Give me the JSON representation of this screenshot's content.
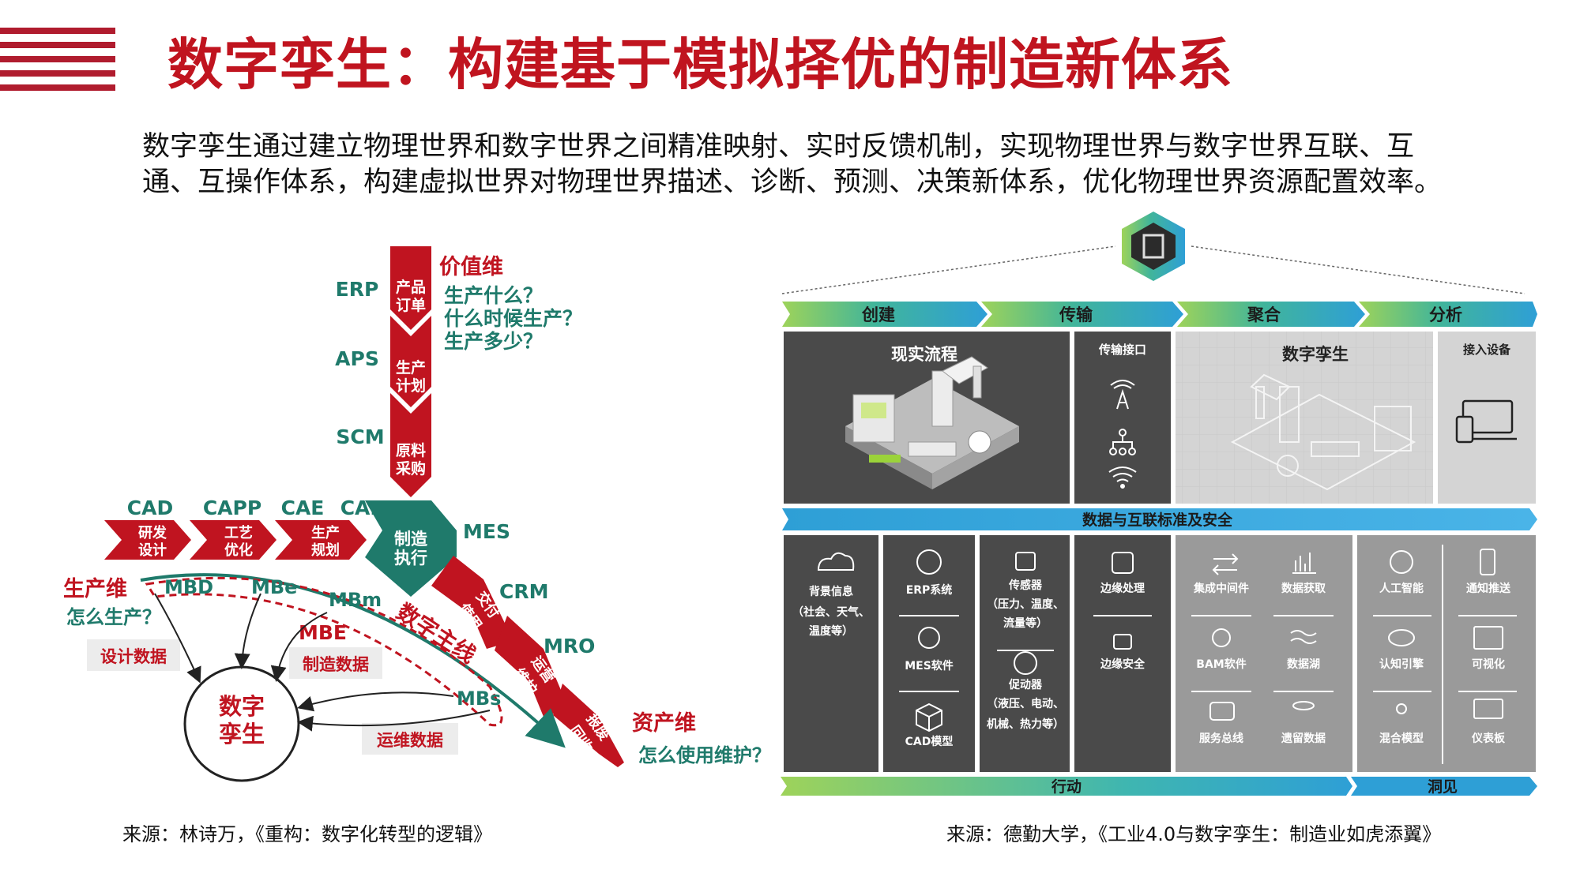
{
  "header": {
    "title": "数字孪生：构建基于模拟择优的制造新体系",
    "intro_line1": "数字孪生通过建立物理世界和数字世界之间精准映射、实时反馈机制，实现物理世界与数字世界互联、互",
    "intro_line2": "通、互操作体系，构建虚拟世界对物理世界描述、诊断、预测、决策新体系，优化物理世界资源配置效率。"
  },
  "left_diagram": {
    "value_dim": {
      "title": "价值维",
      "q1": "生产什么？",
      "q2": "什么时候生产？",
      "q3": "生产多少？"
    },
    "vertical_labels": [
      "ERP",
      "APS",
      "SCM"
    ],
    "vertical_arrows": [
      {
        "l1": "产品",
        "l2": "订单"
      },
      {
        "l1": "生产",
        "l2": "计划"
      },
      {
        "l1": "原料",
        "l2": "采购"
      }
    ],
    "horizontal_labels": [
      "CAD",
      "CAPP",
      "CAE",
      "CAM"
    ],
    "horizontal_arrows": [
      {
        "l1": "研发",
        "l2": "设计"
      },
      {
        "l1": "工艺",
        "l2": "优化"
      },
      {
        "l1": "生产",
        "l2": "规划"
      }
    ],
    "center": {
      "l1": "制造",
      "l2": "执行"
    },
    "diagonal_labels": [
      "MES",
      "CRM",
      "MRO"
    ],
    "diagonal_arrows": [
      {
        "l1": "交付",
        "l2": "使用"
      },
      {
        "l1": "运营",
        "l2": "维护"
      },
      {
        "l1": "报废",
        "l2": "回收"
      }
    ],
    "production_dim": {
      "title": "生产维",
      "question": "怎么生产？"
    },
    "asset_dim": {
      "title": "资产维",
      "question": "怎么使用维护？"
    },
    "mb_labels": [
      "MBD",
      "MBe",
      "MBm",
      "MBE",
      "MBs"
    ],
    "digital_thread": "数字主线",
    "twin": {
      "l1": "数字",
      "l2": "孪生"
    },
    "data_boxes": [
      "设计数据",
      "制造数据",
      "运维数据"
    ]
  },
  "right_diagram": {
    "stages": [
      "创建",
      "传输",
      "聚合",
      "分析"
    ],
    "panels": {
      "real_process": "现实流程",
      "transmit_interface": "传输接口",
      "digital_twin": "数字孪生",
      "access_device": "接入设备"
    },
    "band": "数据与互联标准及安全",
    "cols": [
      {
        "items": [
          {
            "icon": "cloud-icon",
            "l1": "背景信息",
            "l2": "（社会、天气、",
            "l3": "温度等）"
          }
        ]
      },
      {
        "items": [
          {
            "icon": "globe-icon",
            "l1": "ERP系统"
          },
          {
            "icon": "gear-icon",
            "l1": "MES软件"
          },
          {
            "icon": "cube-icon",
            "l1": "CAD模型"
          }
        ]
      },
      {
        "items": [
          {
            "icon": "chip-icon",
            "l1": "传感器",
            "l2": "（压力、温度、",
            "l3": "流量等）"
          },
          {
            "icon": "actuator-icon",
            "l1": "促动器",
            "l2": "（液压、电动、",
            "l3": "机械、热力等）"
          }
        ]
      },
      {
        "items": [
          {
            "icon": "edge-icon",
            "l1": "边缘处理"
          },
          {
            "icon": "lock-icon",
            "l1": "边缘安全"
          }
        ]
      },
      {
        "items": [
          {
            "icon": "sync-icon",
            "l1": "集成中间件"
          },
          {
            "icon": "search-icon",
            "l1": "BAM软件"
          },
          {
            "icon": "message-icon",
            "l1": "服务总线"
          }
        ]
      },
      {
        "items": [
          {
            "icon": "bars-icon",
            "l1": "数据获取"
          },
          {
            "icon": "waves-icon",
            "l1": "数据湖"
          },
          {
            "icon": "database-icon",
            "l1": "遗留数据"
          }
        ]
      },
      {
        "items": [
          {
            "icon": "head-icon",
            "l1": "人工智能"
          },
          {
            "icon": "eye-icon",
            "l1": "认知引擎"
          },
          {
            "icon": "network-icon",
            "l1": "混合模型"
          }
        ]
      },
      {
        "items": [
          {
            "icon": "phone-icon",
            "l1": "通知推送"
          },
          {
            "icon": "chart-icon",
            "l1": "可视化"
          },
          {
            "icon": "monitor-icon",
            "l1": "仪表板"
          }
        ]
      }
    ],
    "bottom_left": "行动",
    "bottom_right": "洞见"
  },
  "sources": {
    "left": "来源：林诗万，《重构：数字化转型的逻辑》",
    "right": "来源：德勤大学，《工业4.0与数字孪生：制造业如虎添翼》"
  },
  "colors": {
    "brand_red": "#c0141f",
    "dark_red": "#b01c2e",
    "teal": "#1f7a6b",
    "panel_dark": "#4a4a4a"
  }
}
